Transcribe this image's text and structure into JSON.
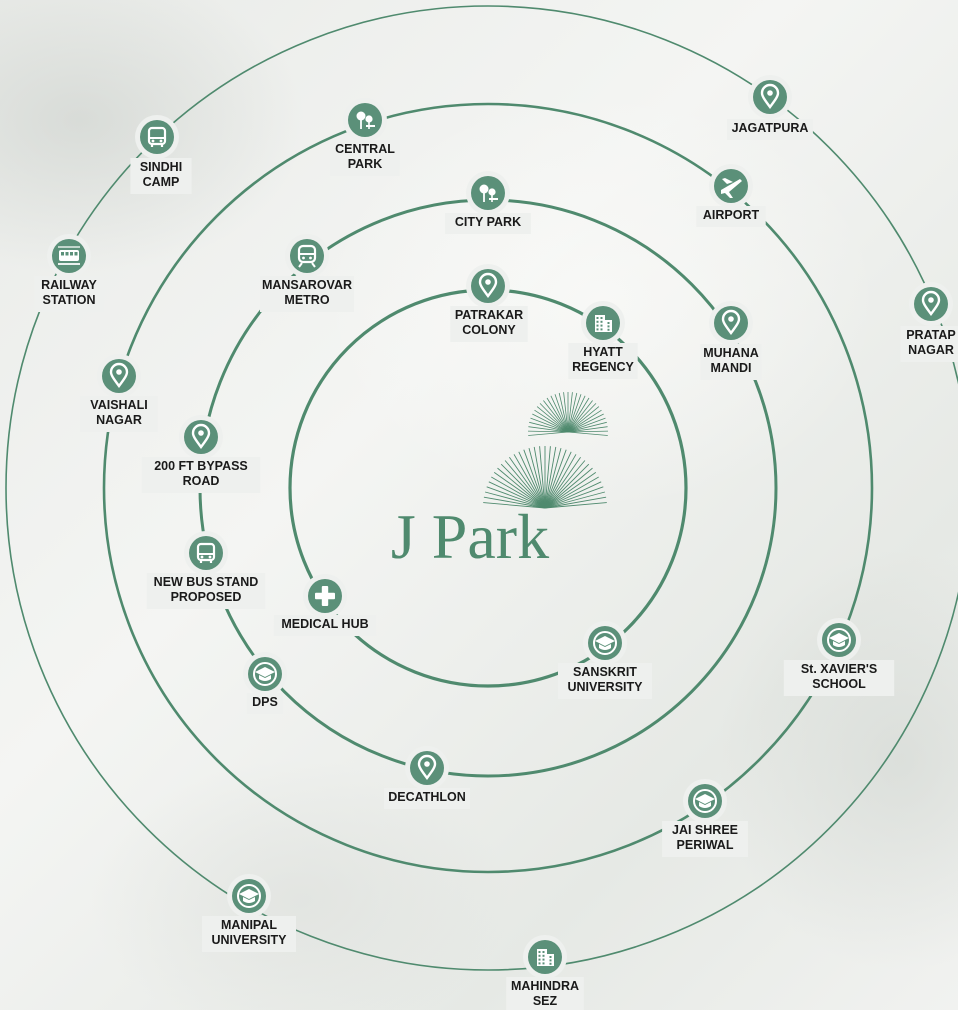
{
  "brand": {
    "name": "J Park",
    "ring_color": "#4f8a6e",
    "icon_color": "#5b9079"
  },
  "locations": [
    {
      "id": "jagatpura",
      "lines": [
        "JAGATPURA"
      ],
      "icon": "map-pin-icon"
    },
    {
      "id": "sindhi-camp",
      "lines": [
        "SINDHI",
        "CAMP"
      ],
      "icon": "bus-icon"
    },
    {
      "id": "central-park",
      "lines": [
        "CENTRAL",
        "PARK"
      ],
      "icon": "park-icon"
    },
    {
      "id": "airport",
      "lines": [
        "AIRPORT"
      ],
      "icon": "airplane-icon"
    },
    {
      "id": "city-park",
      "lines": [
        "CITY PARK"
      ],
      "icon": "park-icon"
    },
    {
      "id": "railway-station",
      "lines": [
        "RAILWAY",
        "STATION"
      ],
      "icon": "train-icon"
    },
    {
      "id": "mansarovar-metro",
      "lines": [
        "MANSAROVAR",
        "METRO"
      ],
      "icon": "metro-icon"
    },
    {
      "id": "pratap-nagar",
      "lines": [
        "PRATAP",
        "NAGAR"
      ],
      "icon": "map-pin-icon"
    },
    {
      "id": "patrakar-colony",
      "lines": [
        "PATRAKAR",
        "COLONY"
      ],
      "icon": "map-pin-icon"
    },
    {
      "id": "hyatt-regency",
      "lines": [
        "HYATT",
        "REGENCY"
      ],
      "icon": "building-icon"
    },
    {
      "id": "muhana-mandi",
      "lines": [
        "MUHANA",
        "MANDI"
      ],
      "icon": "map-pin-icon"
    },
    {
      "id": "vaishali-nagar",
      "lines": [
        "VAISHALI",
        "NAGAR"
      ],
      "icon": "map-pin-icon"
    },
    {
      "id": "200-ft-bypass-road",
      "lines": [
        "200 FT BYPASS",
        "ROAD"
      ],
      "icon": "map-pin-icon"
    },
    {
      "id": "new-bus-stand",
      "lines": [
        "NEW BUS STAND",
        "PROPOSED"
      ],
      "icon": "bus-icon"
    },
    {
      "id": "medical-hub",
      "lines": [
        "MEDICAL HUB"
      ],
      "icon": "medical-cross-icon"
    },
    {
      "id": "sanskrit-university",
      "lines": [
        "SANSKRIT",
        "UNIVERSITY"
      ],
      "icon": "graduation-cap-icon"
    },
    {
      "id": "st-xaviers-school",
      "lines": [
        "St. XAVIER'S",
        "SCHOOL"
      ],
      "icon": "graduation-cap-icon"
    },
    {
      "id": "dps",
      "lines": [
        "DPS"
      ],
      "icon": "graduation-cap-icon"
    },
    {
      "id": "decathlon",
      "lines": [
        "DECATHLON"
      ],
      "icon": "map-pin-icon"
    },
    {
      "id": "jai-shree-periwal",
      "lines": [
        "JAI SHREE",
        "PERIWAL"
      ],
      "icon": "graduation-cap-icon"
    },
    {
      "id": "manipal-university",
      "lines": [
        "MANIPAL",
        "UNIVERSITY"
      ],
      "icon": "graduation-cap-icon"
    },
    {
      "id": "mahindra-sez",
      "lines": [
        "MAHINDRA",
        "SEZ"
      ],
      "icon": "building-icon"
    }
  ]
}
